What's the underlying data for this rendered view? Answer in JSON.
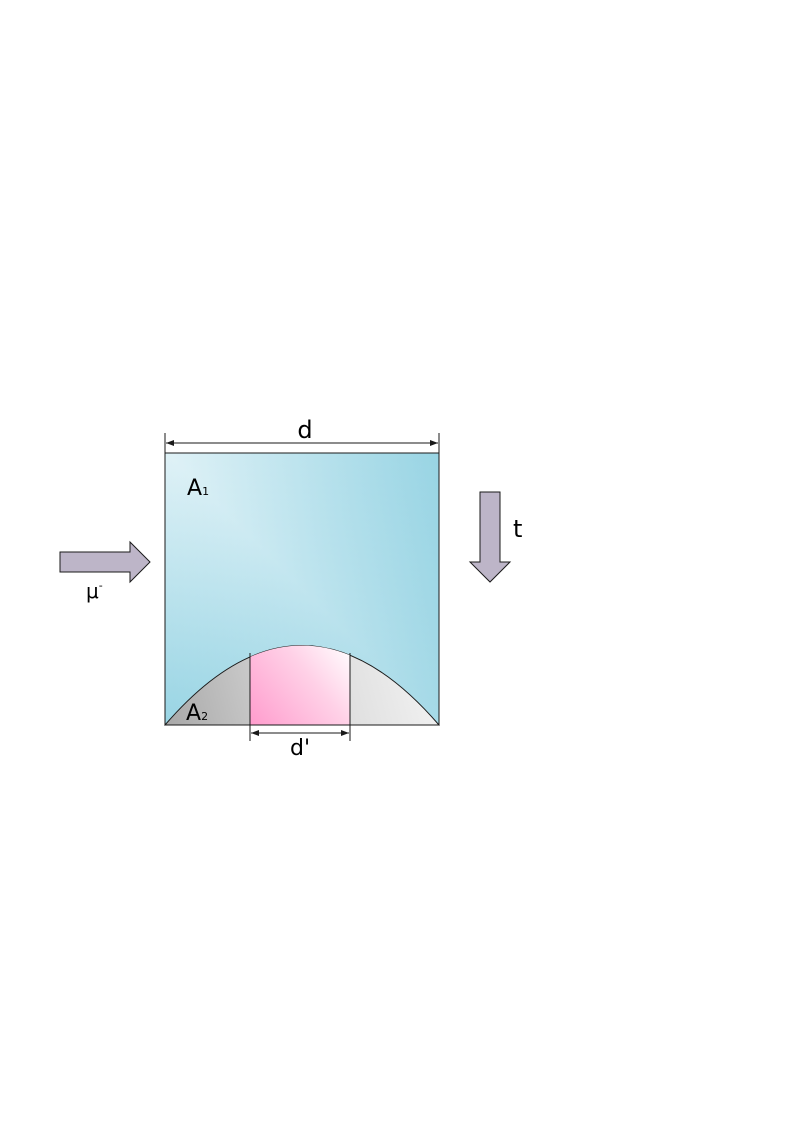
{
  "labels": {
    "width": "d",
    "inner_width": "d'",
    "region_upper": "A",
    "region_upper_sub": "1",
    "region_lower": "A",
    "region_lower_sub": "2",
    "particle": "μ",
    "particle_sup": "-",
    "time": "t"
  },
  "colors": {
    "upper_region_dark": "#7ec9dc",
    "upper_region_light": "#ffffff",
    "lower_region_dark": "#a8a8a8",
    "lower_region_light": "#f4f4f4",
    "inner_region_dark": "#ff9ccd",
    "inner_region_light": "#ffffff",
    "arrow_fill": "#bdb5c8",
    "stroke": "#1a1a1a"
  }
}
